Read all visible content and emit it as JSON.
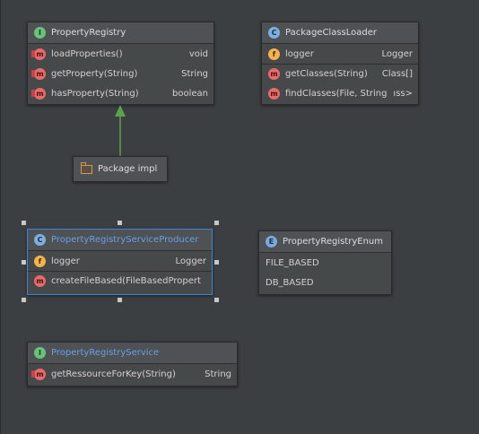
{
  "nodes": {
    "property_registry": {
      "kind": "I",
      "title": "PropertyRegistry",
      "members": [
        {
          "kind": "m",
          "name": "loadProperties()",
          "type": "void"
        },
        {
          "kind": "m",
          "name": "getProperty(String)",
          "type": "String"
        },
        {
          "kind": "m",
          "name": "hasProperty(String)",
          "type": "boolean"
        }
      ]
    },
    "package_class_loader": {
      "kind": "C",
      "title": "PackageClassLoader",
      "fields": [
        {
          "kind": "f",
          "name": "logger",
          "type": "Logger"
        }
      ],
      "members": [
        {
          "kind": "m",
          "name": "getClasses(String)",
          "type": "Class[]"
        },
        {
          "kind": "m",
          "name": "findClasses(File, String)",
          "type": "ıss>"
        }
      ]
    },
    "package_impl": {
      "label": "Package impl"
    },
    "service_producer": {
      "kind": "C",
      "title": "PropertyRegistryServiceProducer",
      "fields": [
        {
          "kind": "f",
          "name": "logger",
          "type": "Logger"
        }
      ],
      "members": [
        {
          "kind": "m",
          "name": "createFileBased(FileBasedPropert",
          "type": ""
        }
      ]
    },
    "registry_enum": {
      "kind": "E",
      "title": "PropertyRegistryEnum",
      "constants": [
        "FILE_BASED",
        "DB_BASED"
      ]
    },
    "registry_service": {
      "kind": "I",
      "title": "PropertyRegistryService",
      "members": [
        {
          "kind": "m",
          "name": "getRessourceForKey(String)",
          "type": "String"
        }
      ]
    }
  },
  "colors": {
    "background": "#3c3f41",
    "arrow": "#5aa24b",
    "selection": "#3f86d6"
  }
}
